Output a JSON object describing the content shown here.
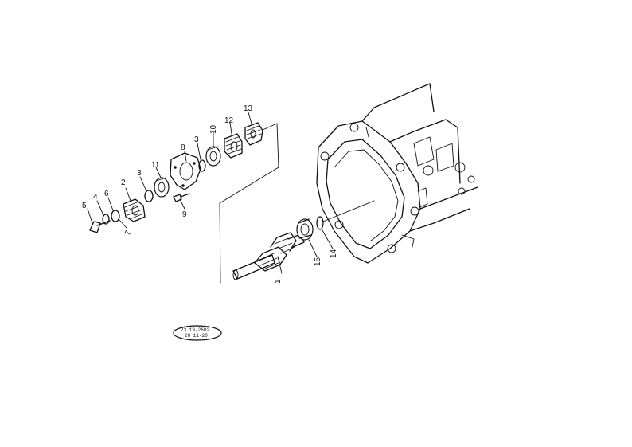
{
  "callouts": {
    "c1": "1",
    "c2": "2",
    "c3a": "3",
    "c3b": "3",
    "c4": "4",
    "c5": "5",
    "c6": "6",
    "c7": "7",
    "c8": "8",
    "c9": "9",
    "c10": "10",
    "c11": "11",
    "c12": "12",
    "c13": "13",
    "c14": "14",
    "c15": "15"
  },
  "stamp": {
    "line1": "23 19-2602",
    "line2": "28 11-20"
  },
  "colors": {
    "ink": "#111111",
    "paper": "#ffffff"
  }
}
